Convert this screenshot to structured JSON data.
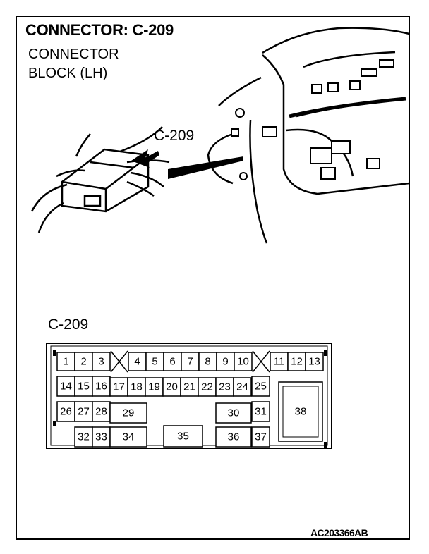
{
  "header": {
    "title": "CONNECTOR: C-209",
    "subtitle_line1": "CONNECTOR",
    "subtitle_line2": "BLOCK (LH)"
  },
  "illustration": {
    "callout_label": "C-209"
  },
  "pinout": {
    "title": "C-209",
    "pins": [
      "1",
      "2",
      "3",
      "4",
      "5",
      "6",
      "7",
      "8",
      "9",
      "10",
      "11",
      "12",
      "13",
      "14",
      "15",
      "16",
      "17",
      "18",
      "19",
      "20",
      "21",
      "22",
      "23",
      "24",
      "25",
      "26",
      "27",
      "28",
      "29",
      "30",
      "31",
      "32",
      "33",
      "34",
      "35",
      "36",
      "37",
      "38"
    ]
  },
  "footer": {
    "code": "AC203366AB"
  }
}
